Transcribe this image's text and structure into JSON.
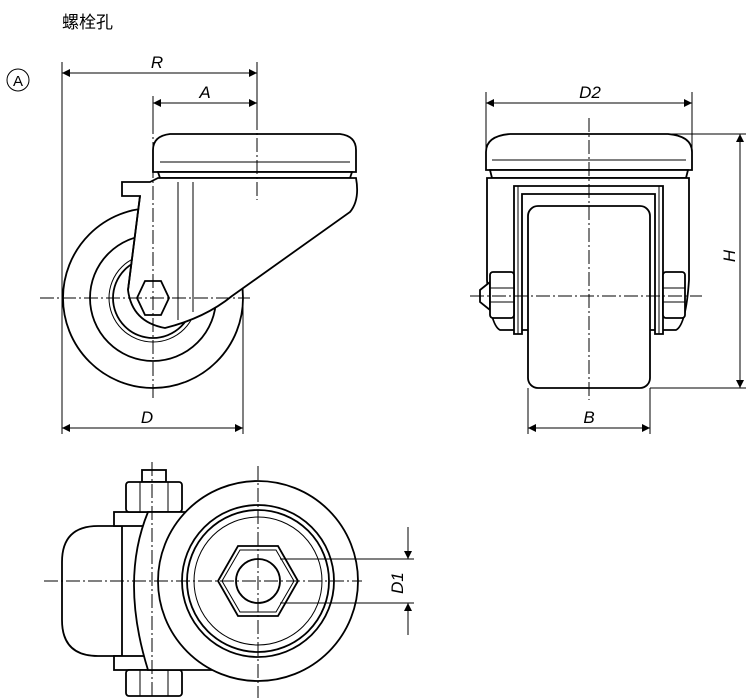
{
  "title": "螺栓孔",
  "view_marker": "A",
  "dimensions": {
    "R": "R",
    "A": "A",
    "D": "D",
    "D2": "D2",
    "H": "H",
    "B": "B",
    "D1": "D1"
  }
}
